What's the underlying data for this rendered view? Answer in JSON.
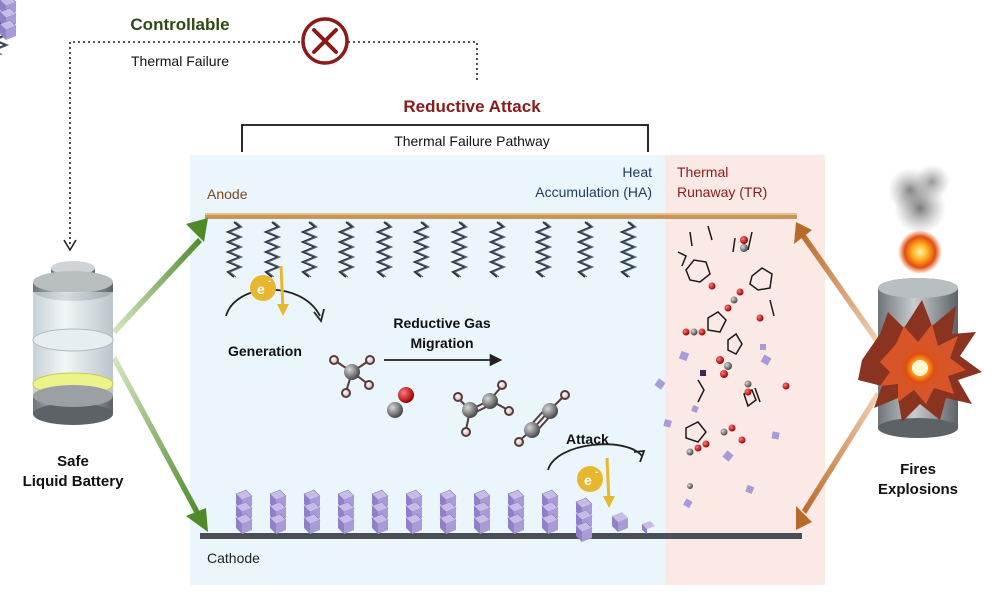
{
  "controllable": {
    "title": "Controllable",
    "subtitle": "Thermal Failure"
  },
  "reductive_attack": {
    "title": "Reductive Attack",
    "pathway": "Thermal Failure Pathway"
  },
  "electrodes": {
    "anode": "Anode",
    "cathode": "Cathode"
  },
  "phases": {
    "heat_line1": "Heat",
    "heat_line2": "Accumulation (HA)",
    "thermal_line1": "Thermal",
    "thermal_line2": "Runaway (TR)"
  },
  "process": {
    "generation": "Generation",
    "migration_line1": "Reductive Gas",
    "migration_line2": "Migration",
    "attack": "Attack",
    "electron": "e"
  },
  "battery": {
    "safe_line1": "Safe",
    "safe_line2": "Liquid Battery"
  },
  "outcome": {
    "line1": "Fires",
    "line2": "Explosions"
  },
  "colors": {
    "dark_green": "#2d4a14",
    "dark_red": "#8b1a1a",
    "anode": "#c8955a",
    "cathode_crystal": "#a89ad4",
    "electron": "#e8b730",
    "ha_zone": "#eaf5fc",
    "tr_zone": "#fbe9e5"
  }
}
